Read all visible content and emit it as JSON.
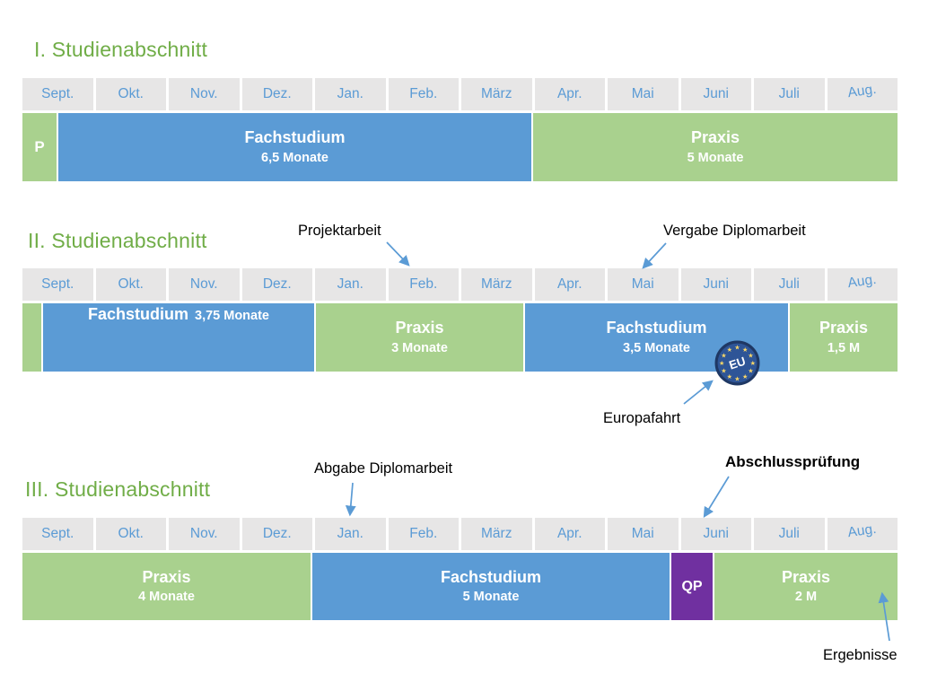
{
  "months": [
    "Sept.",
    "Okt.",
    "Nov.",
    "Dez.",
    "Jan.",
    "Feb.",
    "März",
    "Apr.",
    "Mai",
    "Juni",
    "Juli",
    "Aug."
  ],
  "sections": [
    {
      "title": "I. Studienabschnitt",
      "segments": [
        {
          "label": "P",
          "sub": ""
        },
        {
          "label": "Fachstudium",
          "sub": "6,5 Monate"
        },
        {
          "label": "Praxis",
          "sub": "5 Monate"
        }
      ]
    },
    {
      "title": "II. Studienabschnitt",
      "segments": [
        {
          "label": "",
          "sub": ""
        },
        {
          "label": "Fachstudium",
          "sub": "3,75 Monate"
        },
        {
          "label": "Praxis",
          "sub": "3 Monate"
        },
        {
          "label": "Fachstudium",
          "sub": "3,5 Monate"
        },
        {
          "label": "Praxis",
          "sub": "1,5 M"
        }
      ]
    },
    {
      "title": "III. Studienabschnitt",
      "segments": [
        {
          "label": "Praxis",
          "sub": "4 Monate"
        },
        {
          "label": "Fachstudium",
          "sub": "5 Monate"
        },
        {
          "label": "QP",
          "sub": ""
        },
        {
          "label": "Praxis",
          "sub": "2 M"
        }
      ]
    }
  ],
  "annotations": {
    "projektarbeit": "Projektarbeit",
    "vergabe_diplomarbeit": "Vergabe Diplomarbeit",
    "europafahrt": "Europafahrt",
    "abgabe_diplomarbeit": "Abgabe Diplomarbeit",
    "abschlusspruefung": "Abschlussprüfung",
    "ergebnisse": "Ergebnisse"
  },
  "eu_badge": {
    "label": "EU"
  },
  "colors": {
    "bar_blue": "#5b9bd5",
    "bar_green": "#a9d18e",
    "qp_purple": "#7030a0",
    "title_green": "#70ad47",
    "header_gray": "#e7e6e6",
    "month_text": "#5b9bd5",
    "arrow_blue": "#5b9bd5",
    "annotation_black": "#000000",
    "eu_ring_navy": "#1f3864",
    "eu_field_blue": "#2e5597",
    "eu_star_yellow": "#ffd966"
  }
}
